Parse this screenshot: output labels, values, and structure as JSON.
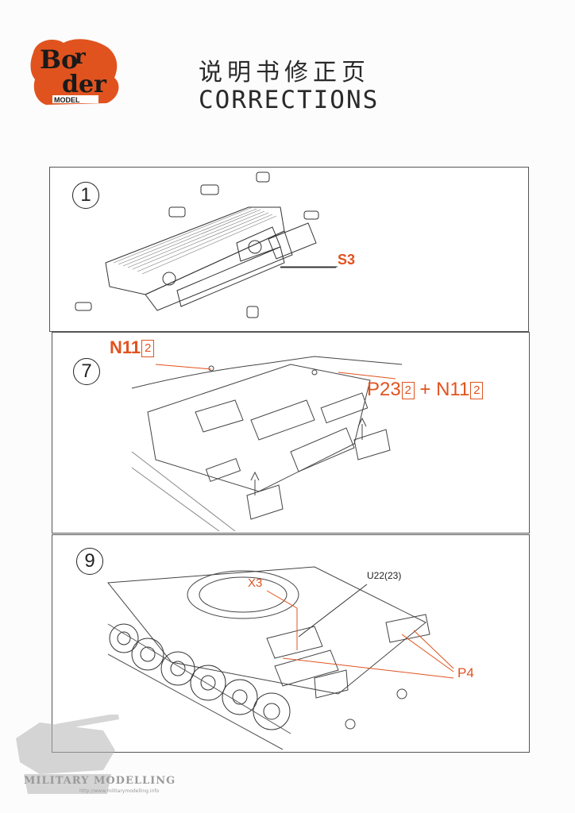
{
  "header": {
    "logo_text": "Border",
    "logo_subtext": "MODEL",
    "title_cn": "说明书修正页",
    "title_en": "CORRECTIONS"
  },
  "panels": [
    {
      "step": "1",
      "labels": {
        "s3": "S3"
      }
    },
    {
      "step": "7",
      "labels": {
        "n11_top": "N11",
        "n11_top_qty": "2",
        "p23": "P23",
        "p23_qty": "2",
        "plus": "+",
        "n11_right": "N11",
        "n11_right_qty": "2"
      }
    },
    {
      "step": "9",
      "labels": {
        "x3": "X3",
        "u22": "U22(23)",
        "p4": "P4"
      }
    }
  ],
  "watermark": {
    "text": "MILITARY MODELLING",
    "url": "http://www.militarymodelling.info"
  },
  "colors": {
    "accent": "#e0531f",
    "line": "#555555"
  }
}
